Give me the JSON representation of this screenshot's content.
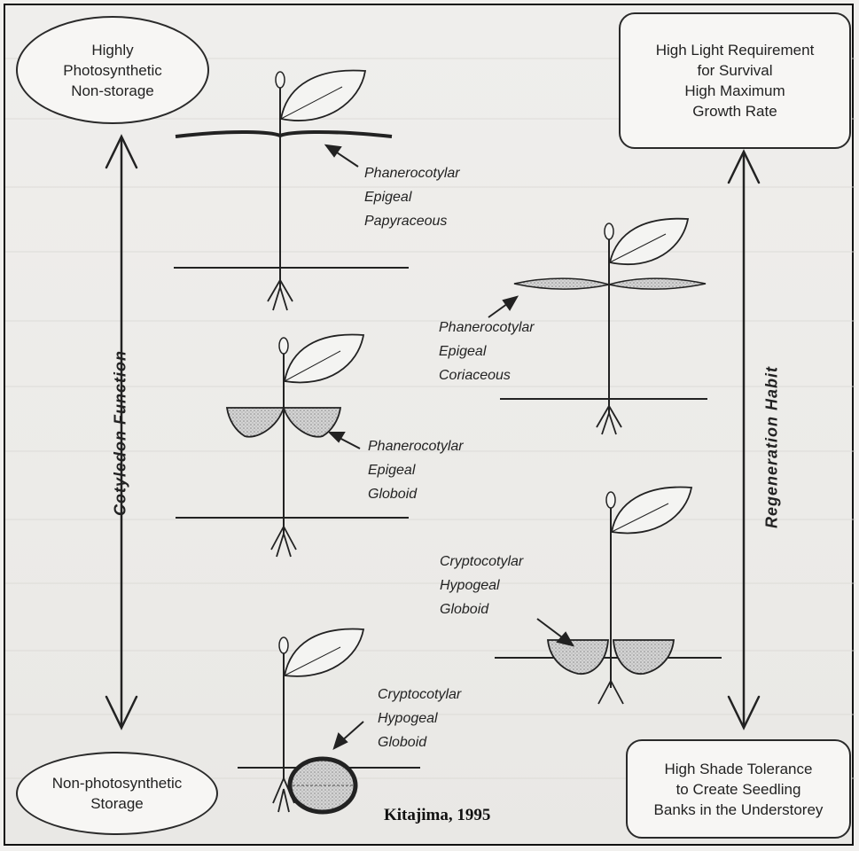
{
  "boxes": {
    "top_left": "Highly\nPhotosynthetic\nNon-storage",
    "bottom_left": "Non-photosynthetic\nStorage",
    "top_right": "High Light Requirement\nfor Survival\nHigh Maximum\nGrowth Rate",
    "bottom_right": "High Shade Tolerance\nto Create Seedling\nBanks in the Understorey"
  },
  "axes": {
    "left": "Cotyledon Function",
    "right": "Regeneration Habit"
  },
  "seedlings": [
    {
      "lines": [
        "Phanerocotylar",
        "Epigeal",
        "Papyraceous"
      ]
    },
    {
      "lines": [
        "Phanerocotylar",
        "Epigeal",
        "Coriaceous"
      ]
    },
    {
      "lines": [
        "Phanerocotylar",
        "Epigeal",
        "Globoid"
      ]
    },
    {
      "lines": [
        "Cryptocotylar",
        "Hypogeal",
        "Globoid"
      ]
    },
    {
      "lines": [
        "Cryptocotylar",
        "Hypogeal",
        "Globoid"
      ]
    }
  ],
  "citation": "Kitajima, 1995"
}
